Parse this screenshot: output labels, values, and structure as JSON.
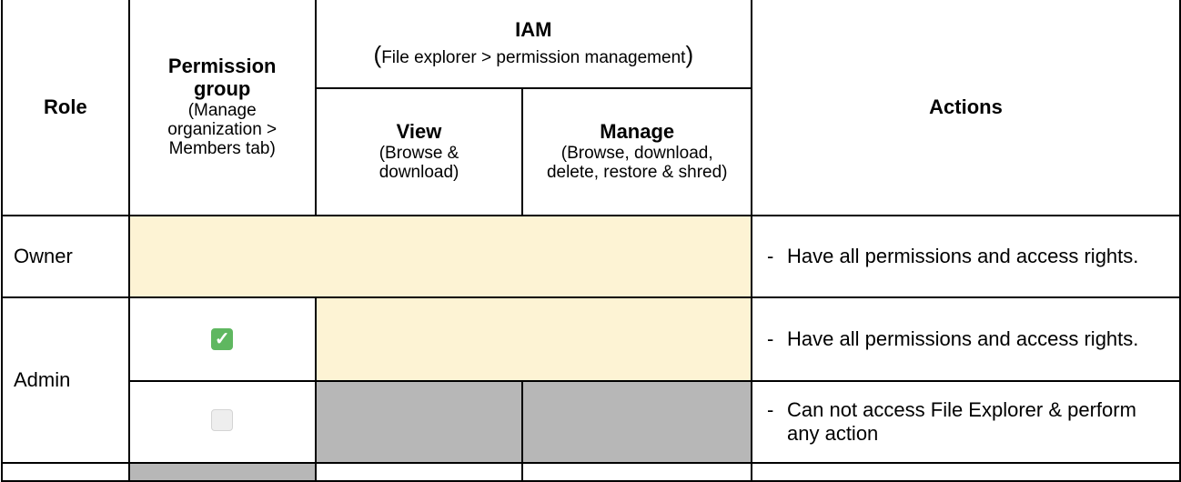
{
  "header": {
    "role": "Role",
    "permission_group_title": "Permission group",
    "permission_group_sub": "(Manage organization > Members tab)",
    "iam_title": "IAM",
    "iam_sub_open": "(",
    "iam_sub_text": "File explorer > permission management",
    "iam_sub_close": ")",
    "view_title": "View",
    "view_sub": "(Browse & download)",
    "manage_title": "Manage",
    "manage_sub": "(Browse, download, delete, restore & shred)",
    "actions": "Actions"
  },
  "rows": {
    "owner": {
      "role": "Owner",
      "action_dash": "-",
      "action": "Have all permissions and access rights."
    },
    "admin": {
      "role": "Admin",
      "checked": {
        "icon": "check-box-icon",
        "action_dash": "-",
        "action": "Have all permissions and access rights."
      },
      "unchecked": {
        "icon": "empty-box-icon",
        "action_dash": "-",
        "action": "Can not access File Explorer & perform any action"
      }
    }
  },
  "colors": {
    "highlight": "#fdf3d4",
    "disabled": "#b7b7b7",
    "check": "#5fb760"
  }
}
